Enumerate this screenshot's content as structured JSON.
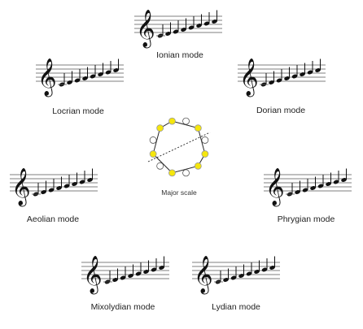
{
  "center": {
    "label": "Major scale",
    "circle_colors": {
      "filled": "#f5e60d",
      "outline": "#222222",
      "empty": "#ffffff"
    },
    "pattern": [
      1,
      0,
      1,
      0,
      1,
      1,
      0,
      1,
      0,
      1,
      0,
      1
    ]
  },
  "modes": [
    {
      "id": "ionian",
      "label": "Ionian mode"
    },
    {
      "id": "dorian",
      "label": "Dorian mode"
    },
    {
      "id": "phrygian",
      "label": "Phrygian mode"
    },
    {
      "id": "lydian",
      "label": "Lydian mode"
    },
    {
      "id": "mixolydian",
      "label": "Mixolydian mode"
    },
    {
      "id": "aeolian",
      "label": "Aeolian mode"
    },
    {
      "id": "locrian",
      "label": "Locrian mode"
    }
  ],
  "icons": {
    "clef": "treble-clef-icon",
    "note": "note-icon"
  }
}
